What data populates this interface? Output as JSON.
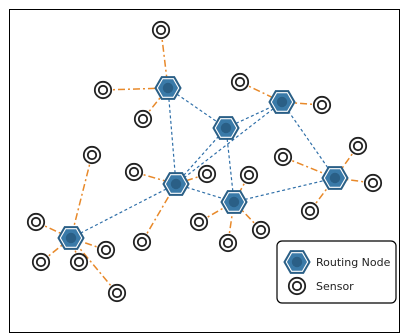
{
  "legend": {
    "routing_node_label": "Routing Node",
    "sensor_label": "Sensor"
  },
  "colors": {
    "routing_node_fill": "#3a7aa8",
    "routing_node_outline": "#2a5f86",
    "routing_link": "#2f6fa8",
    "sensor_link": "#e8892a",
    "sensor_ring": "#222222",
    "frame": "#000000"
  },
  "icons": {
    "routing_node": "hexagon-node-icon",
    "sensor": "concentric-circle-sensor-icon"
  },
  "routing_nodes": [
    {
      "id": "R1"
    },
    {
      "id": "R2"
    },
    {
      "id": "R3"
    },
    {
      "id": "R4"
    },
    {
      "id": "R5"
    },
    {
      "id": "R6"
    },
    {
      "id": "R7"
    }
  ],
  "routing_links": [
    [
      "R1",
      "R2"
    ],
    [
      "R1",
      "R4"
    ],
    [
      "R2",
      "R3"
    ],
    [
      "R2",
      "R4"
    ],
    [
      "R3",
      "R6"
    ],
    [
      "R2",
      "R5"
    ],
    [
      "R4",
      "R5"
    ],
    [
      "R4",
      "R7"
    ],
    [
      "R5",
      "R6"
    ],
    [
      "R3",
      "R4"
    ]
  ],
  "sensors": [
    {
      "id": "S1",
      "node": "R1"
    },
    {
      "id": "S2",
      "node": "R1"
    },
    {
      "id": "S3",
      "node": "R1"
    },
    {
      "id": "S4",
      "node": "R3"
    },
    {
      "id": "S5",
      "node": "R3"
    },
    {
      "id": "S6",
      "node": "R4"
    },
    {
      "id": "S7",
      "node": "R4"
    },
    {
      "id": "S8",
      "node": "R4"
    },
    {
      "id": "S9",
      "node": "R5"
    },
    {
      "id": "S10",
      "node": "R5"
    },
    {
      "id": "S11",
      "node": "R5"
    },
    {
      "id": "S12",
      "node": "R5"
    },
    {
      "id": "S13",
      "node": "R6"
    },
    {
      "id": "S14",
      "node": "R6"
    },
    {
      "id": "S15",
      "node": "R6"
    },
    {
      "id": "S16",
      "node": "R6"
    },
    {
      "id": "S17",
      "node": "R7"
    },
    {
      "id": "S18",
      "node": "R7"
    },
    {
      "id": "S19",
      "node": "R7"
    },
    {
      "id": "S20",
      "node": "R7"
    },
    {
      "id": "S21",
      "node": "R7"
    },
    {
      "id": "S22",
      "node": "R7"
    }
  ]
}
